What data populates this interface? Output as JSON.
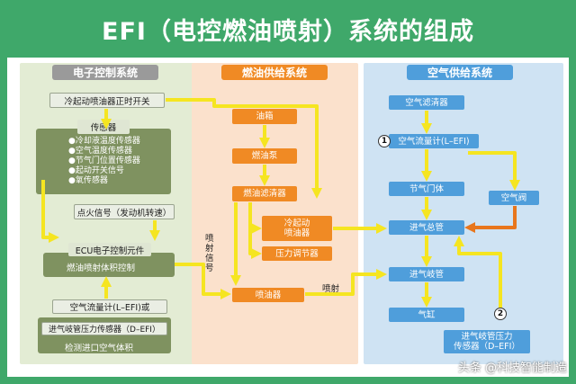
{
  "title": "EFI（电控燃油喷射）系统的组成",
  "columns": {
    "ecs": "电子控制系统",
    "fuel": "燃油供给系统",
    "air": "空气供给系统"
  },
  "ecs": {
    "cold_start_switch": "冷起动喷油器正时开关",
    "sensors_title": "传感器",
    "sensors": [
      "●冷却液温度传感器",
      "●空气温度传感器",
      "●节气门位置传感器",
      "●起动开关信号",
      "●氧传感器"
    ],
    "ignition_signal": "点火信号（发动机转速）",
    "ecu_title": "ECU电子控制元件",
    "ecu_function": "燃油喷射体积控制",
    "airflow_title": "空气流量计(L–EFI)或",
    "map_sensor": "进气岐管压力传感器（D–EFI）",
    "detect_volume": "检测进口空气体积"
  },
  "fuel": {
    "tank": "油箱",
    "pump": "燃油泵",
    "filter": "燃油滤清器",
    "cold_injector": "冷起动\n喷油器",
    "pressure_regulator": "压力调节器",
    "injector": "喷油器",
    "injection_signal": "喷射信号",
    "injection": "喷射"
  },
  "air": {
    "air_filter": "空气滤清器",
    "airflow_meter": "空气流量计(L–EFI)",
    "throttle_body": "节气门体",
    "air_valve": "空气阀",
    "intake_main": "进气总管",
    "intake_manifold": "进气岐管",
    "cylinder": "气缸",
    "map_sensor": "进气岐管压力\n传感器（D–EFI）",
    "badge_1": "1",
    "badge_2": "2"
  },
  "watermark": "头条 @科技智能制造",
  "colors": {
    "background": "#3fa86a",
    "arrow": "#f5e521",
    "fuel_box": "#f08a24",
    "air_box": "#4f9edb",
    "return_arrow": "#e8761c"
  }
}
